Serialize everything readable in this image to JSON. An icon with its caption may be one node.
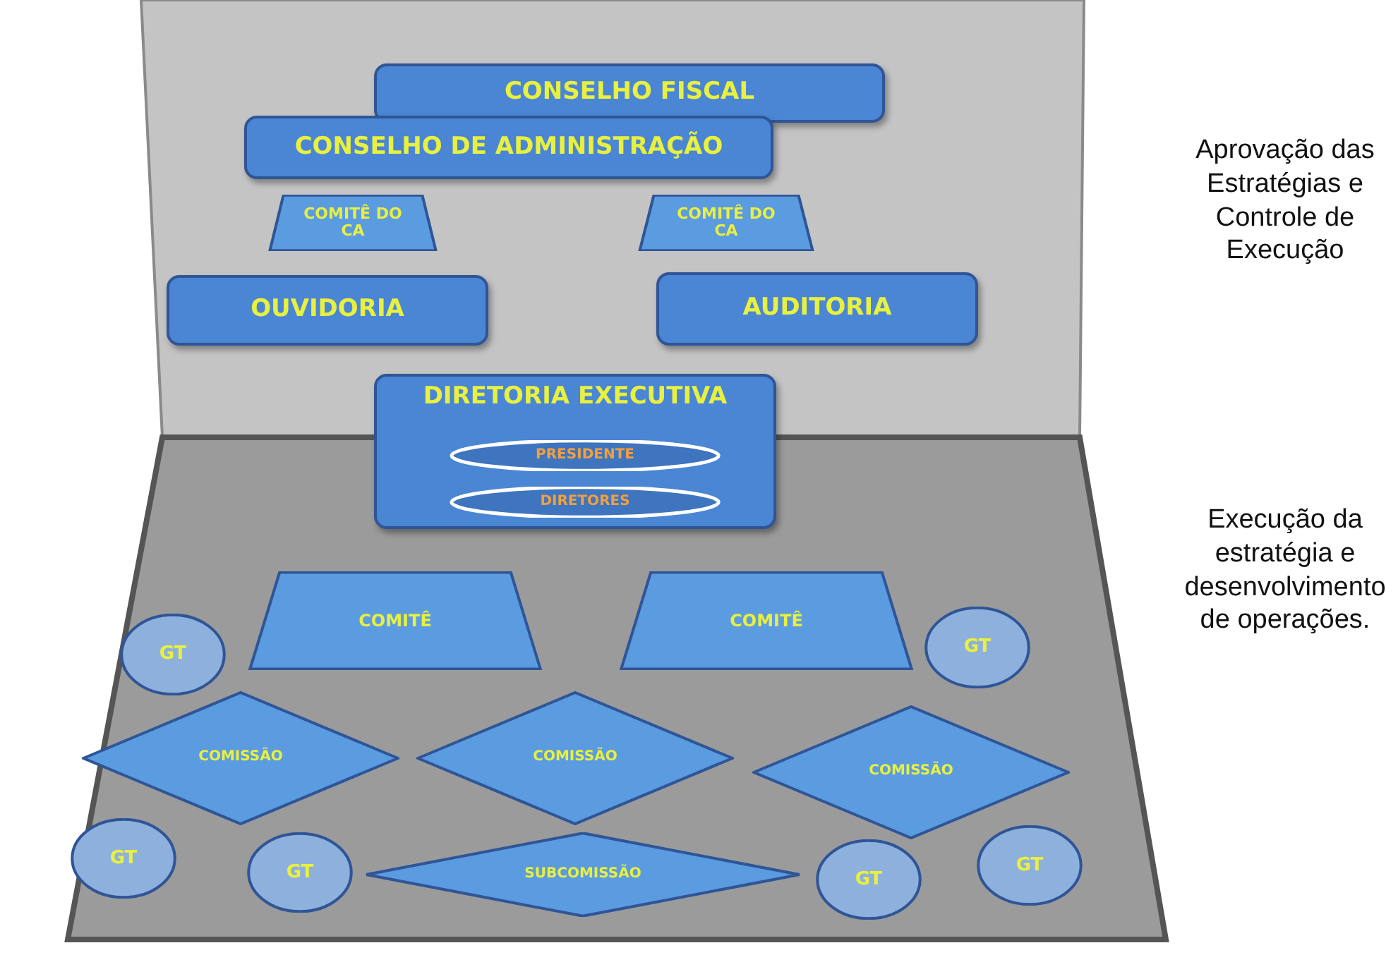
{
  "diagram": {
    "nodes": [
      {
        "text": [
          "CONSELHO FISCAL"
        ]
      },
      {
        "text": [
          "CONSELHO DE ADMINISTRAÇÃO"
        ]
      },
      {
        "text": [
          "COMITÊ DO CA"
        ]
      },
      {
        "text": [
          "COMITÊ DO CA"
        ]
      },
      {
        "text": [
          "OUVIDORIA"
        ]
      },
      {
        "text": [
          "AUDITORIA"
        ]
      },
      {
        "text": [
          "DIRETORIA EXECUTIVA"
        ]
      },
      {
        "text": [
          "PRESIDENTE"
        ],
        "in": 6
      },
      {
        "text": [
          "DIRETORES"
        ],
        "in": 6
      },
      {
        "text": [
          "GT"
        ]
      },
      {
        "text": [
          "COMITÊ"
        ]
      },
      {
        "text": [
          "COMITÊ"
        ]
      },
      {
        "text": [
          "GT"
        ]
      },
      {
        "text": [
          "COMISSÃO"
        ]
      },
      {
        "text": [
          "COMISSÃO"
        ]
      },
      {
        "text": [
          "COMISSÃO"
        ]
      },
      {
        "text": [
          "GT"
        ]
      },
      {
        "text": [
          "GT"
        ]
      },
      {
        "text": [
          "SUBCOMISSÃO"
        ]
      },
      {
        "text": [
          "GT"
        ]
      },
      {
        "text": [
          "GT"
        ]
      }
    ],
    "edges": [],
    "labels": [
      "Aprovação das Estratégias e Controle de Execução",
      "Execução da estratégia e desenvolvimento de operações."
    ]
  }
}
